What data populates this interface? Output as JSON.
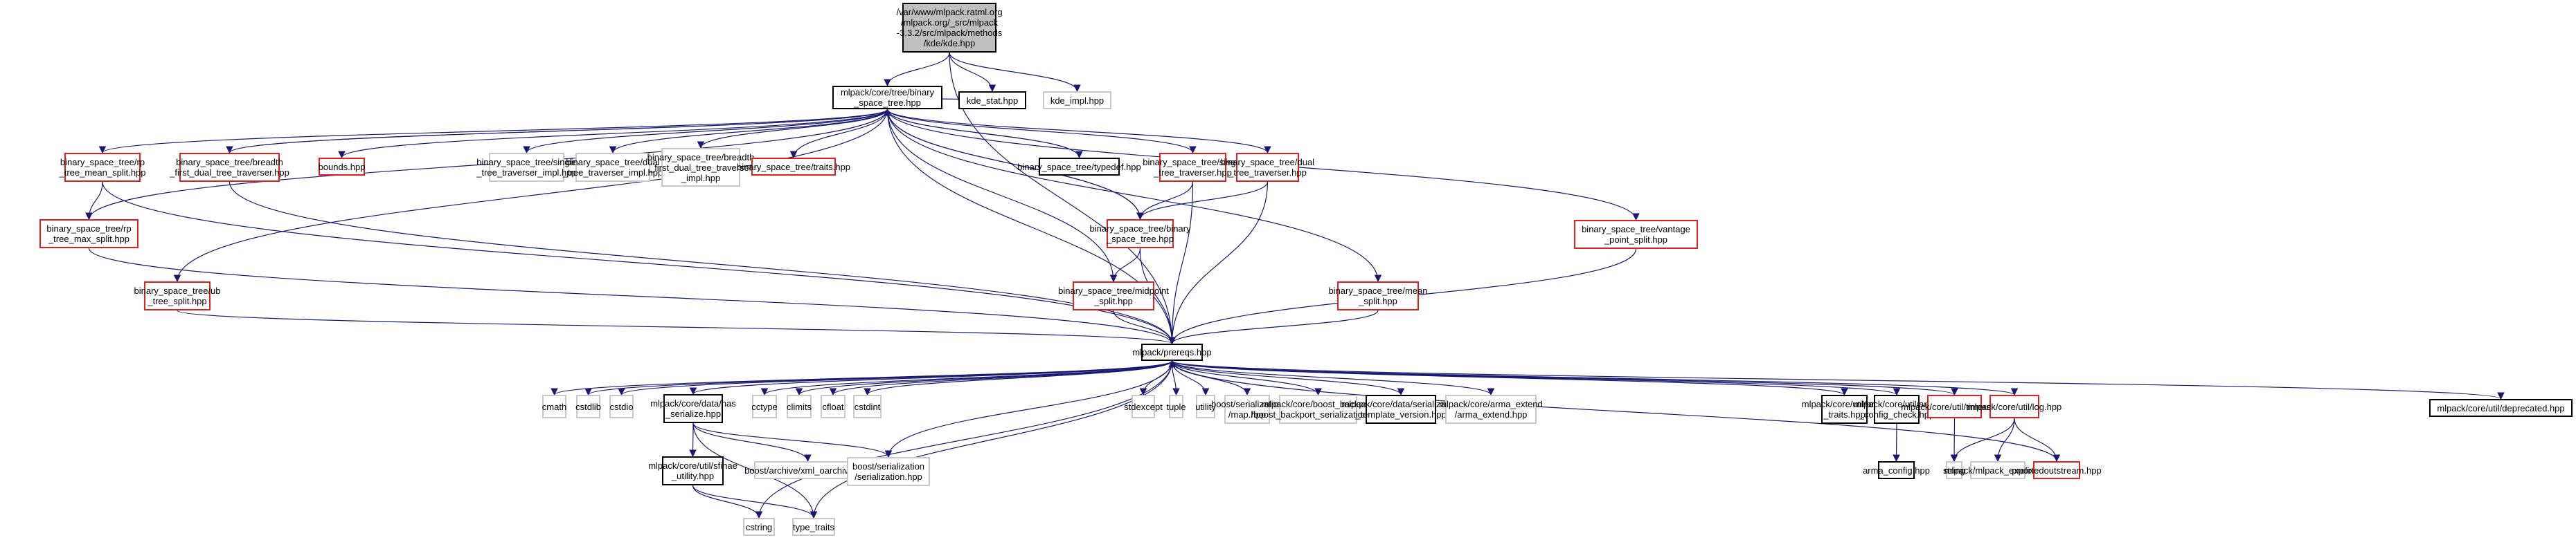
{
  "graph": {
    "title": "Include dependency graph for kde.hpp",
    "edge_color": "#191970",
    "style_colors": {
      "black": "#000000",
      "red": "#e02020",
      "gray": "#c8c8c8",
      "root_fill": "#bfbfbf"
    },
    "nodes": [
      {
        "id": "root",
        "label": "/var/www/mlpack.ratml.org\n/mlpack.org/_src/mlpack\n-3.3.2/src/mlpack/methods\n/kde/kde.hpp",
        "style": "root"
      },
      {
        "id": "bst",
        "label": "mlpack/core/tree/binary\n_space_tree.hpp",
        "style": "black"
      },
      {
        "id": "kde_stat",
        "label": "kde_stat.hpp",
        "style": "black"
      },
      {
        "id": "kde_impl",
        "label": "kde_impl.hpp",
        "style": "gray"
      },
      {
        "id": "rp_mean",
        "label": "binary_space_tree/rp\n_tree_mean_split.hpp",
        "style": "red"
      },
      {
        "id": "bf_dual",
        "label": "binary_space_tree/breadth\n_first_dual_tree_traverser.hpp",
        "style": "red"
      },
      {
        "id": "bounds",
        "label": "bounds.hpp",
        "style": "red"
      },
      {
        "id": "single_impl",
        "label": "binary_space_tree/single\n_tree_traverser_impl.hpp",
        "style": "gray"
      },
      {
        "id": "dual_impl",
        "label": "binary_space_tree/dual\n_tree_traverser_impl.hpp",
        "style": "gray"
      },
      {
        "id": "bf_dual_impl",
        "label": "binary_space_tree/breadth\n_first_dual_tree_traverser\n_impl.hpp",
        "style": "gray"
      },
      {
        "id": "traits",
        "label": "binary_space_tree/traits.hpp",
        "style": "red"
      },
      {
        "id": "typedef",
        "label": "binary_space_tree/typedef.hpp",
        "style": "black"
      },
      {
        "id": "single_trav",
        "label": "binary_space_tree/single\n_tree_traverser.hpp",
        "style": "red"
      },
      {
        "id": "dual_trav",
        "label": "binary_space_tree/dual\n_tree_traverser.hpp",
        "style": "red"
      },
      {
        "id": "vantage",
        "label": "binary_space_tree/vantage\n_point_split.hpp",
        "style": "red"
      },
      {
        "id": "rp_max",
        "label": "binary_space_tree/rp\n_tree_max_split.hpp",
        "style": "red"
      },
      {
        "id": "bst_bst",
        "label": "binary_space_tree/binary\n_space_tree.hpp",
        "style": "red"
      },
      {
        "id": "ub",
        "label": "binary_space_tree/ub\n_tree_split.hpp",
        "style": "red"
      },
      {
        "id": "midpoint",
        "label": "binary_space_tree/midpoint\n_split.hpp",
        "style": "red"
      },
      {
        "id": "mean",
        "label": "binary_space_tree/mean\n_split.hpp",
        "style": "red"
      },
      {
        "id": "prereqs",
        "label": "mlpack/prereqs.hpp",
        "style": "black"
      },
      {
        "id": "cmath",
        "label": "cmath",
        "style": "gray"
      },
      {
        "id": "cstdlib",
        "label": "cstdlib",
        "style": "gray"
      },
      {
        "id": "cstdio",
        "label": "cstdio",
        "style": "gray"
      },
      {
        "id": "has_ser",
        "label": "mlpack/core/data/has\n_serialize.hpp",
        "style": "black"
      },
      {
        "id": "cctype",
        "label": "cctype",
        "style": "gray"
      },
      {
        "id": "climits",
        "label": "climits",
        "style": "gray"
      },
      {
        "id": "cfloat",
        "label": "cfloat",
        "style": "gray"
      },
      {
        "id": "cstdint",
        "label": "cstdint",
        "style": "gray"
      },
      {
        "id": "stdexcept",
        "label": "stdexcept",
        "style": "gray"
      },
      {
        "id": "tuple",
        "label": "tuple",
        "style": "gray"
      },
      {
        "id": "utility",
        "label": "utility",
        "style": "gray"
      },
      {
        "id": "ser_map",
        "label": "boost/serialization\n/map.hpp",
        "style": "gray"
      },
      {
        "id": "backport",
        "label": "mlpack/core/boost_backport\n/boost_backport_serialization.hpp",
        "style": "gray"
      },
      {
        "id": "ser_tv",
        "label": "mlpack/core/data/serialization\n_template_version.hpp",
        "style": "black"
      },
      {
        "id": "arma_ext",
        "label": "mlpack/core/arma_extend\n/arma_extend.hpp",
        "style": "gray"
      },
      {
        "id": "arma_traits",
        "label": "mlpack/core/util/arma\n_traits.hpp",
        "style": "black"
      },
      {
        "id": "arma_cc",
        "label": "mlpack/core/util/arma\n_config_check.hpp",
        "style": "black"
      },
      {
        "id": "timers",
        "label": "mlpack/core/util/timers.hpp",
        "style": "red"
      },
      {
        "id": "log",
        "label": "mlpack/core/util/log.hpp",
        "style": "red"
      },
      {
        "id": "deprecated",
        "label": "mlpack/core/util/deprecated.hpp",
        "style": "black"
      },
      {
        "id": "sfinae",
        "label": "mlpack/core/util/sfinae\n_utility.hpp",
        "style": "black"
      },
      {
        "id": "xml_oarch",
        "label": "boost/archive/xml_oarchive.hpp",
        "style": "gray"
      },
      {
        "id": "ser_ser",
        "label": "boost/serialization\n/serialization.hpp",
        "style": "gray"
      },
      {
        "id": "arma_config",
        "label": "arma_config.hpp",
        "style": "black"
      },
      {
        "id": "string",
        "label": "string",
        "style": "gray"
      },
      {
        "id": "export",
        "label": "mlpack/mlpack_export.hpp",
        "style": "gray"
      },
      {
        "id": "prefixed",
        "label": "prefixedoutstream.hpp",
        "style": "red"
      },
      {
        "id": "cstring",
        "label": "cstring",
        "style": "gray"
      },
      {
        "id": "type_traits",
        "label": "type_traits",
        "style": "gray"
      }
    ],
    "edges": [
      [
        "root",
        "bst"
      ],
      [
        "root",
        "kde_stat"
      ],
      [
        "root",
        "kde_impl"
      ],
      [
        "root",
        "prereqs"
      ],
      [
        "kde_stat",
        "bst"
      ],
      [
        "bst",
        "rp_mean"
      ],
      [
        "bst",
        "bf_dual"
      ],
      [
        "bst",
        "bounds"
      ],
      [
        "bst",
        "single_impl"
      ],
      [
        "bst",
        "dual_impl"
      ],
      [
        "bst",
        "bf_dual_impl"
      ],
      [
        "bst",
        "traits"
      ],
      [
        "bst",
        "typedef"
      ],
      [
        "bst",
        "single_trav"
      ],
      [
        "bst",
        "dual_trav"
      ],
      [
        "bst",
        "vantage"
      ],
      [
        "bst",
        "rp_max"
      ],
      [
        "bst",
        "bst_bst"
      ],
      [
        "bst",
        "ub"
      ],
      [
        "bst",
        "midpoint"
      ],
      [
        "bst",
        "mean"
      ],
      [
        "bst",
        "prereqs"
      ],
      [
        "rp_mean",
        "rp_max"
      ],
      [
        "rp_mean",
        "prereqs"
      ],
      [
        "rp_max",
        "prereqs"
      ],
      [
        "bf_dual",
        "bst"
      ],
      [
        "bf_dual",
        "prereqs"
      ],
      [
        "typedef",
        "bst"
      ],
      [
        "single_trav",
        "bst_bst"
      ],
      [
        "single_trav",
        "prereqs"
      ],
      [
        "dual_trav",
        "bst_bst"
      ],
      [
        "dual_trav",
        "prereqs"
      ],
      [
        "bst_bst",
        "bst"
      ],
      [
        "bst_bst",
        "midpoint"
      ],
      [
        "bst_bst",
        "prereqs"
      ],
      [
        "ub",
        "prereqs"
      ],
      [
        "midpoint",
        "prereqs"
      ],
      [
        "mean",
        "prereqs"
      ],
      [
        "vantage",
        "prereqs"
      ],
      [
        "prereqs",
        "cmath"
      ],
      [
        "prereqs",
        "cstdlib"
      ],
      [
        "prereqs",
        "cstdio"
      ],
      [
        "prereqs",
        "has_ser"
      ],
      [
        "prereqs",
        "cctype"
      ],
      [
        "prereqs",
        "climits"
      ],
      [
        "prereqs",
        "cfloat"
      ],
      [
        "prereqs",
        "cstdint"
      ],
      [
        "prereqs",
        "stdexcept"
      ],
      [
        "prereqs",
        "tuple"
      ],
      [
        "prereqs",
        "utility"
      ],
      [
        "prereqs",
        "ser_map"
      ],
      [
        "prereqs",
        "backport"
      ],
      [
        "prereqs",
        "ser_tv"
      ],
      [
        "prereqs",
        "arma_ext"
      ],
      [
        "prereqs",
        "arma_traits"
      ],
      [
        "prereqs",
        "arma_cc"
      ],
      [
        "prereqs",
        "timers"
      ],
      [
        "prereqs",
        "log"
      ],
      [
        "prereqs",
        "deprecated"
      ],
      [
        "prereqs",
        "cstring"
      ],
      [
        "prereqs",
        "type_traits"
      ],
      [
        "prereqs",
        "ser_ser"
      ],
      [
        "has_ser",
        "sfinae"
      ],
      [
        "has_ser",
        "xml_oarch"
      ],
      [
        "has_ser",
        "ser_ser"
      ],
      [
        "has_ser",
        "type_traits"
      ],
      [
        "sfinae",
        "cstring"
      ],
      [
        "sfinae",
        "type_traits"
      ],
      [
        "arma_cc",
        "arma_config"
      ],
      [
        "timers",
        "string"
      ],
      [
        "log",
        "string"
      ],
      [
        "log",
        "export"
      ],
      [
        "log",
        "prefixed"
      ],
      [
        "prefixed",
        "prereqs"
      ]
    ]
  }
}
